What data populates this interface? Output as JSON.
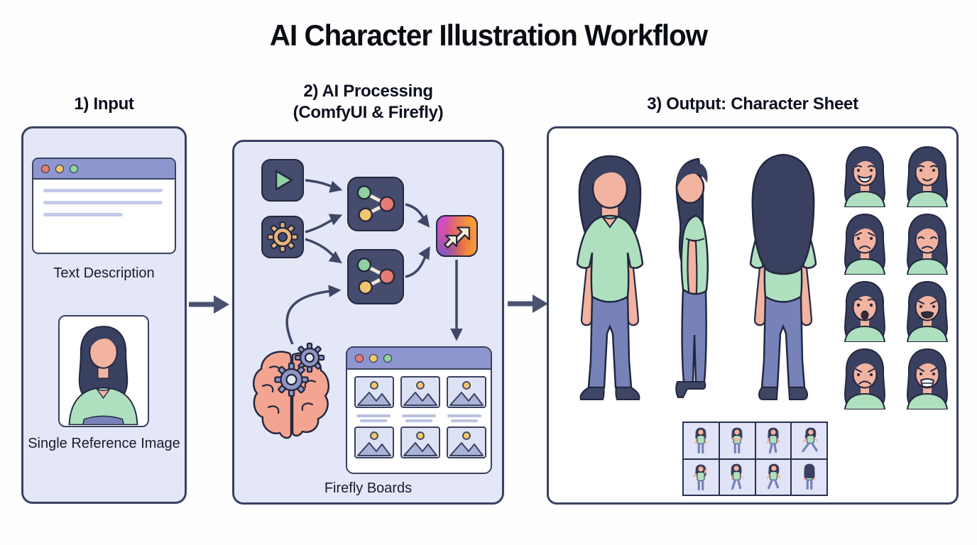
{
  "title": "AI Character Illustration Workflow",
  "input": {
    "heading": "1) Input",
    "text_description_label": "Text Description",
    "reference_image_label": "Single Reference Image",
    "browser_icons": [
      "window-dot-red",
      "window-dot-yellow",
      "window-dot-green"
    ]
  },
  "processing": {
    "heading_line1": "2) AI Processing",
    "heading_line2": "(ComfyUI & Firefly)",
    "boards_label": "Firefly Boards",
    "node_icons": [
      "play-icon",
      "gear-icon",
      "node-graph-icon",
      "node-graph-icon",
      "firefly-arrows-icon",
      "brain-gears-icon",
      "image-board-icon"
    ]
  },
  "output": {
    "heading": "3) Output: Character Sheet",
    "views": [
      "character-front-view",
      "character-side-view",
      "character-back-view"
    ],
    "expressions": [
      "happy",
      "content",
      "worried",
      "sad",
      "surprised",
      "shouting",
      "annoyed",
      "furious"
    ],
    "poses": [
      "standing-front",
      "arms-crossed",
      "walking",
      "striding",
      "waving",
      "turning",
      "walking-side",
      "standing-back"
    ]
  },
  "colors": {
    "panel_bg": "#e4e7f8",
    "panel_border": "#3a4161",
    "browser_bar": "#8d96ce",
    "node_bg": "#454c6e",
    "accent_green": "#8fd2a0",
    "accent_red": "#e87a74",
    "accent_yellow": "#f2c66f",
    "accent_orange": "#e9b47d",
    "brain_pink": "#f4a591",
    "gear_slate": "#8d96c4",
    "skin": "#f2b3a0",
    "hair": "#3a4060",
    "shirt": "#aee0bf",
    "pants": "#7783b8",
    "shoes": "#3f4565",
    "arrow": "#4a5272",
    "firefly_gradient": [
      "#cb4ecb",
      "#e8603f",
      "#f59d3c",
      "#8055cc"
    ]
  }
}
